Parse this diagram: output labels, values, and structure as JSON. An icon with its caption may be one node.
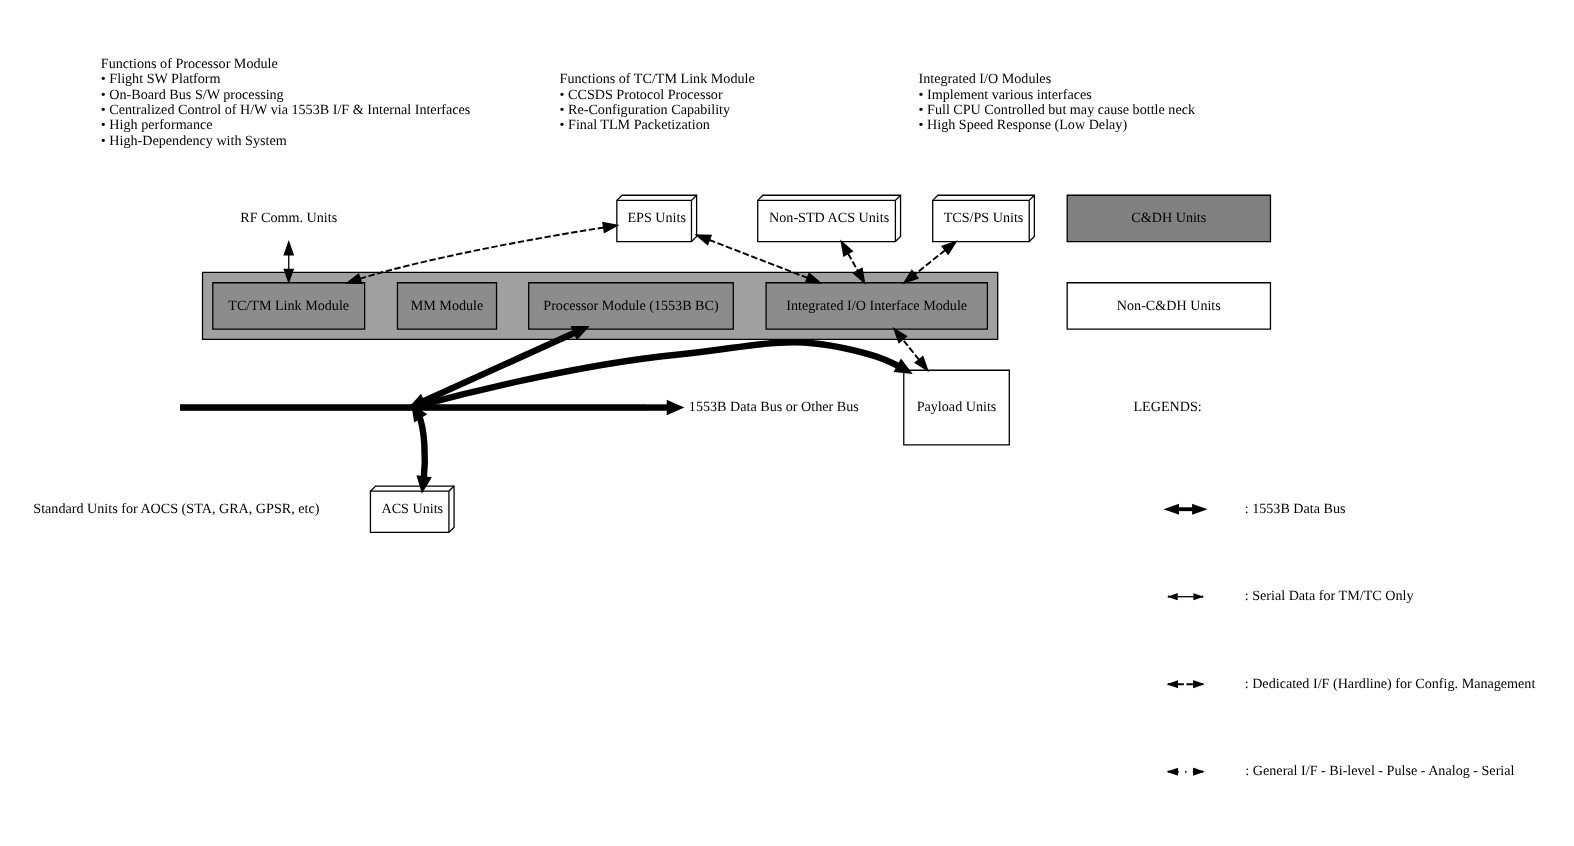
{
  "diagram": {
    "nodes": [
      {
        "text": [],
        "shape": "box"
      },
      {
        "text": [
          "TC/TM Link Module"
        ],
        "in": 0
      },
      {
        "text": [
          "MM Module"
        ],
        "in": 0
      },
      {
        "text": [
          "Processor Module (1553B BC)"
        ],
        "in": 0
      },
      {
        "text": [
          "Integrated I/O Interface Module"
        ],
        "in": 0
      },
      {
        "text": [
          "RF Comm. Units"
        ]
      },
      {
        "text": [
          "EPS Units"
        ]
      },
      {
        "text": [
          "Non-STD ACS Units"
        ]
      },
      {
        "text": [
          "TCS/PS Units"
        ]
      },
      {
        "text": [
          "Payload Units"
        ]
      },
      {
        "text": [
          "1553B Data Bus or Other Bus"
        ]
      },
      {
        "text": [],
        "shape": "bar"
      },
      {
        "text": [
          "ACS Units"
        ]
      }
    ],
    "edges": [
      {
        "from": 5,
        "to": 1,
        "arrow": "both"
      },
      {
        "from": 6,
        "to": 1,
        "arrow": "both",
        "style": "dashed"
      },
      {
        "from": 6,
        "to": 4,
        "arrow": "both",
        "style": "dashed"
      },
      {
        "from": 7,
        "to": 4,
        "arrow": "both",
        "style": "dashed"
      },
      {
        "from": 8,
        "to": 4,
        "arrow": "both",
        "style": "dashed"
      },
      {
        "from": 9,
        "to": 4,
        "arrow": "both",
        "style": "dashed"
      },
      {
        "from": 3,
        "to": 11,
        "arrow": "both",
        "style": "thick"
      },
      {
        "from": 11,
        "to": 10,
        "arrow": "to",
        "style": "thick"
      },
      {
        "from": 11,
        "to": 9,
        "arrow": "to",
        "style": "thick"
      },
      {
        "from": 12,
        "to": 11,
        "arrow": "both",
        "style": "thick"
      }
    ],
    "labels": [
      "Functions of Processor Module",
      "• Flight SW Platform",
      "• On-Board Bus S/W processing",
      "• Centralized Control of H/W via 1553B I/F & Internal Interfaces",
      "• High performance",
      "• High-Dependency with System",
      "Functions of TC/TM Link Module",
      "• CCSDS Protocol Processor",
      "• Re-Configuration Capability",
      "• Final TLM Packetization",
      "Integrated I/O Modules",
      "• Implement various interfaces",
      "• Full CPU Controlled but may cause bottle neck",
      "• High Speed Response (Low Delay)",
      "Standard Units for AOCS (STA, GRA, GPSR, etc)",
      "LEGENDS:"
    ],
    "legend": [
      {
        "text": "C&DH Units",
        "color": "#808080"
      },
      {
        "text": "Non-C&DH Units",
        "color": "#ffffff"
      },
      {
        "text": ": 1553B Data Bus"
      },
      {
        "text": ": Serial Data for TM/TC Only"
      },
      {
        "text": ": Dedicated I/F (Hardline) for Config. Management"
      },
      {
        "text": ": General I/F - Bi-level - Pulse - Analog - Serial"
      }
    ]
  }
}
